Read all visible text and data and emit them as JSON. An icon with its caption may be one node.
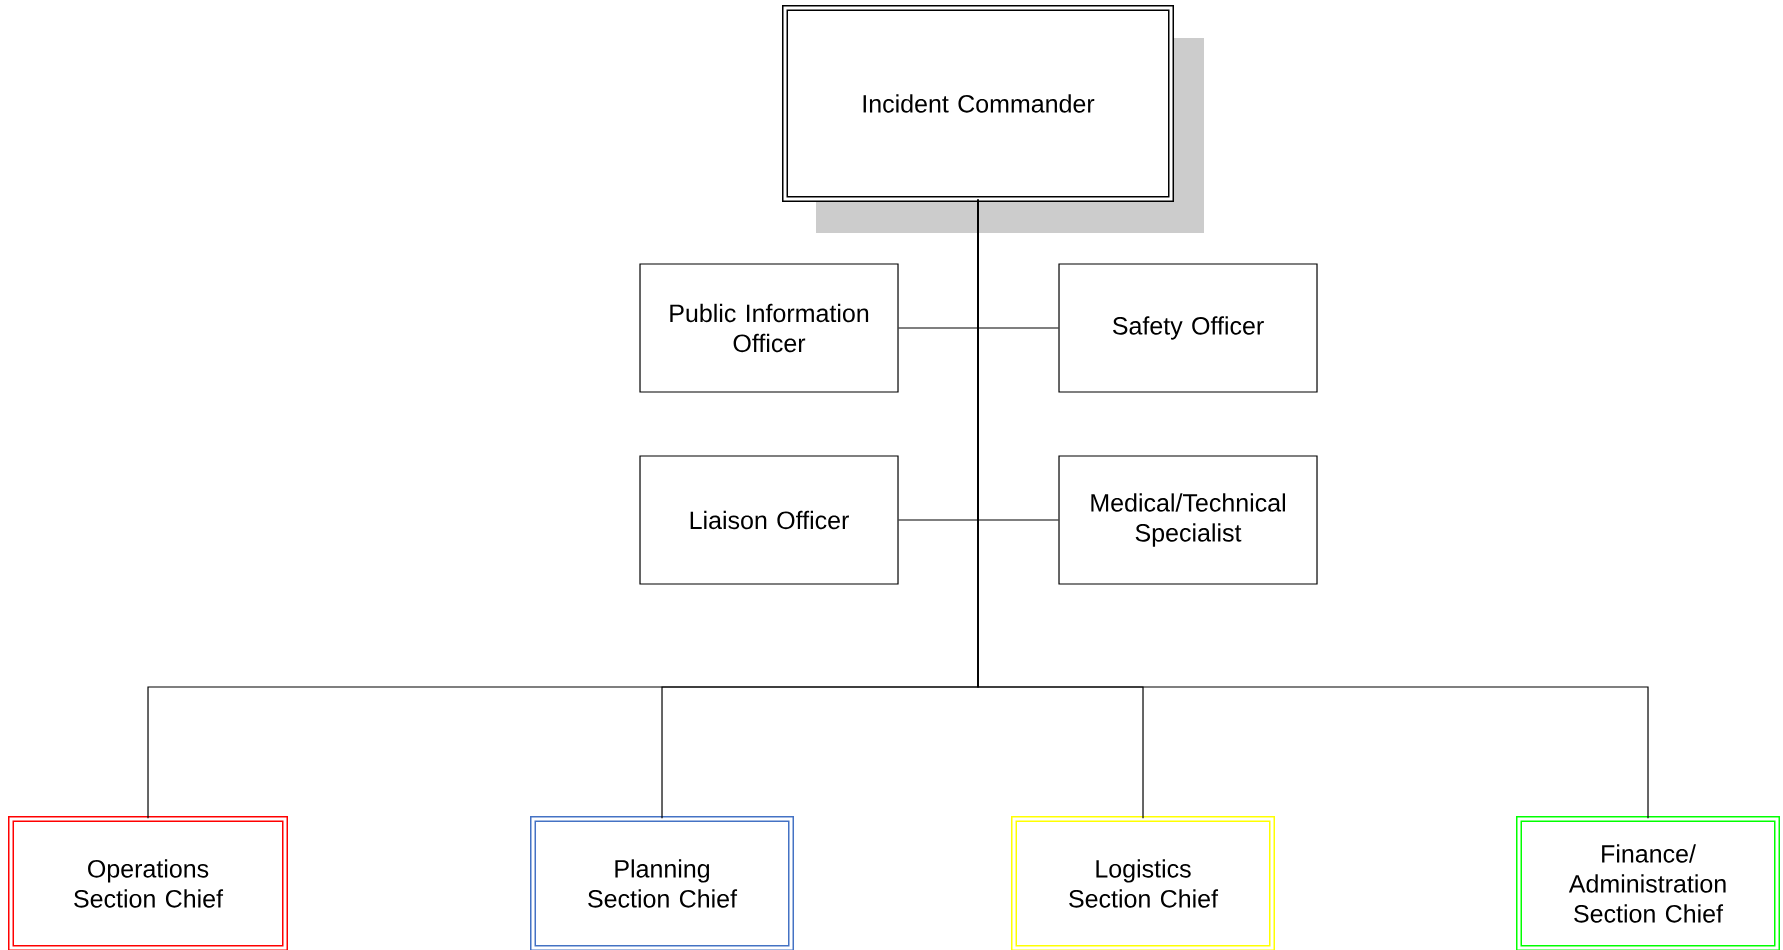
{
  "diagram": {
    "nodes": [
      {
        "text": [
          "Incident Commander"
        ]
      },
      {
        "text": [
          "Public Information Officer"
        ]
      },
      {
        "text": [
          "Safety Officer"
        ]
      },
      {
        "text": [
          "Liaison Officer"
        ]
      },
      {
        "text": [
          "Medical/Technical Specialist"
        ]
      },
      {
        "text": [
          "Operations Section Chief"
        ]
      },
      {
        "text": [
          "Planning Section Chief"
        ]
      },
      {
        "text": [
          "Logistics Section Chief"
        ]
      },
      {
        "text": [
          "Finance/ Administration Section Chief"
        ]
      }
    ],
    "edges": [
      {
        "from": 0,
        "to": 1,
        "arrow": "none"
      },
      {
        "from": 0,
        "to": 2,
        "arrow": "none"
      },
      {
        "from": 0,
        "to": 3,
        "arrow": "none"
      },
      {
        "from": 0,
        "to": 4,
        "arrow": "none"
      },
      {
        "from": 0,
        "to": 5,
        "arrow": "none"
      },
      {
        "from": 0,
        "to": 6,
        "arrow": "none"
      },
      {
        "from": 0,
        "to": 7,
        "arrow": "none"
      },
      {
        "from": 0,
        "to": 8,
        "arrow": "none"
      }
    ]
  }
}
